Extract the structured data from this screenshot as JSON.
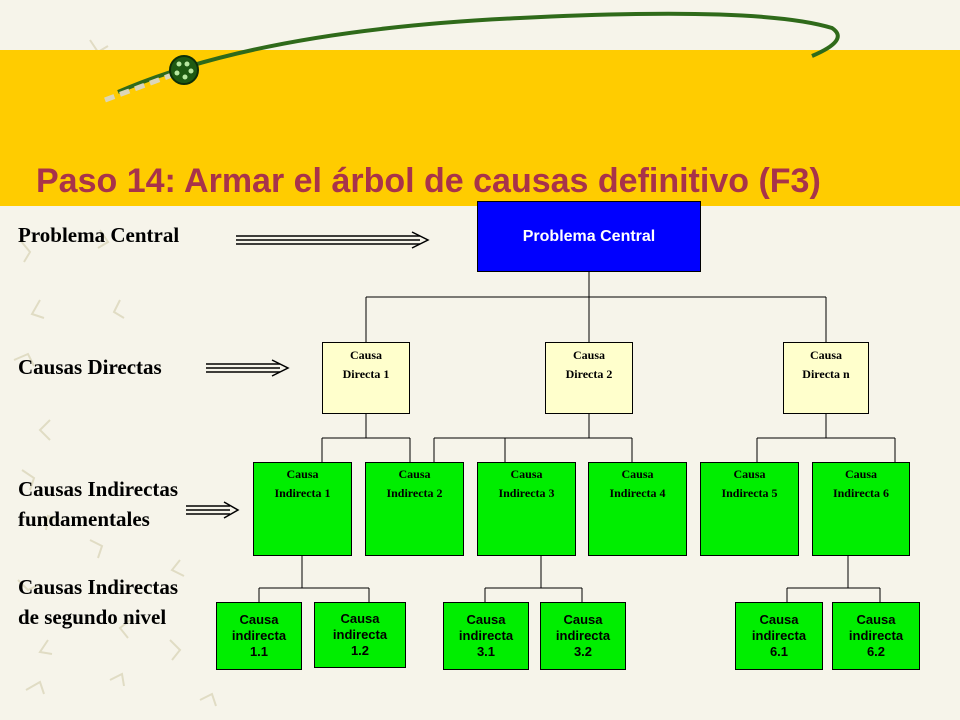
{
  "slide": {
    "title": "Paso 14: Armar el árbol de causas definitivo (F3)"
  },
  "labels": {
    "problema_central": "Problema Central",
    "causas_directas": "Causas Directas",
    "causas_indirectas_fund_l1": "Causas Indirectas",
    "causas_indirectas_fund_l2": "fundamentales",
    "causas_indirectas_seg_l1": "Causas Indirectas",
    "causas_indirectas_seg_l2": "de segundo nivel"
  },
  "tree": {
    "central": "Problema Central",
    "directas": [
      {
        "line1": "Causa",
        "line2": "Directa 1"
      },
      {
        "line1": "Causa",
        "line2": "Directa 2"
      },
      {
        "line1": "Causa",
        "line2": "Directa n"
      }
    ],
    "indirectas": [
      {
        "line1": "Causa",
        "line2": "Indirecta 1"
      },
      {
        "line1": "Causa",
        "line2": "Indirecta 2"
      },
      {
        "line1": "Causa",
        "line2": "Indirecta 3"
      },
      {
        "line1": "Causa",
        "line2": "Indirecta 4"
      },
      {
        "line1": "Causa",
        "line2": "Indirecta 5"
      },
      {
        "line1": "Causa",
        "line2": "Indirecta 6"
      }
    ],
    "segundo_nivel": [
      {
        "line1": "Causa",
        "line2": "indirecta",
        "line3": "1.1"
      },
      {
        "line1": "Causa",
        "line2": "indirecta",
        "line3": "1.2"
      },
      {
        "line1": "Causa",
        "line2": "indirecta",
        "line3": "3.1"
      },
      {
        "line1": "Causa",
        "line2": "indirecta",
        "line3": "3.2"
      },
      {
        "line1": "Causa",
        "line2": "indirecta",
        "line3": "6.1"
      },
      {
        "line1": "Causa",
        "line2": "indirecta",
        "line3": "6.2"
      }
    ]
  },
  "colors": {
    "banner": "#ffcc00",
    "title": "#a8334a",
    "central_box": "#0000ff",
    "direct_box": "#ffffcc",
    "indirect_box": "#00ee00"
  }
}
